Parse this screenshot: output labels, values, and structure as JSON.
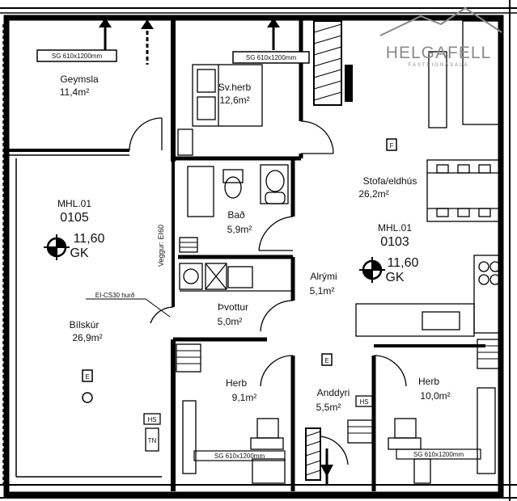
{
  "logo": {
    "name": "HELGAFELL",
    "tagline": "FASTEIGNASALA"
  },
  "units": {
    "left": {
      "label": "MHL.01",
      "number": "0105",
      "height": "11,60",
      "height_ref": "GK"
    },
    "right": {
      "label": "MHL.01",
      "number": "0103",
      "height": "11,60",
      "height_ref": "GK"
    }
  },
  "rooms": {
    "geymsla": {
      "name": "Geymsla",
      "area": "11,4m²"
    },
    "svefnherbergi": {
      "name": "Sv.herb",
      "area": "12,6m²"
    },
    "bad": {
      "name": "Bað",
      "area": "5,9m²"
    },
    "stofa": {
      "name": "Stofa/eldhús",
      "area": "26,2m²"
    },
    "alrymi": {
      "name": "Alrými",
      "area": "5,1m²"
    },
    "thvottur": {
      "name": "Þvottur",
      "area": "5,0m²"
    },
    "bilskur": {
      "name": "Bílskúr",
      "area": "26,9m²"
    },
    "herb_left": {
      "name": "Herb",
      "area": "9,1m²"
    },
    "anddyri": {
      "name": "Anddyri",
      "area": "5,5m²"
    },
    "herb_right": {
      "name": "Herb",
      "area": "10,0m²"
    }
  },
  "annotations": {
    "window_geymsla": "SG 610x1200mm",
    "window_svefn": "SG 610x1200mm",
    "window_herb_left": "SG 610x1200mm",
    "window_herb_right": "SG 610x1200mm",
    "wall_label": "Veggur: EI60",
    "door_label": "EI-CS30 hurð",
    "hs_right": "HS",
    "hs_left": "HS",
    "tn_left": "TN",
    "marker_f": "F",
    "marker_e": "E"
  }
}
